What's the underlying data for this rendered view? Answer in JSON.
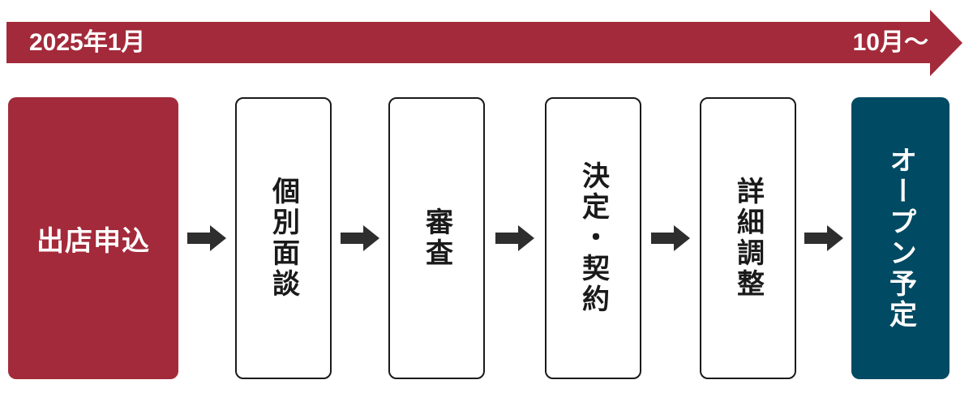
{
  "diagram": {
    "timeline": {
      "start_label": "2025年1月",
      "end_label": "10月〜"
    },
    "steps": [
      {
        "label": "出店申込"
      },
      {
        "label": "個別面談"
      },
      {
        "label": "審査"
      },
      {
        "label": "決定・契約"
      },
      {
        "label": "詳細調整"
      },
      {
        "label": "オープン予定"
      }
    ],
    "colors": {
      "accent_red": "#a32a3a",
      "accent_teal": "#004a63",
      "arrow_dark": "#2e2e2e"
    }
  }
}
